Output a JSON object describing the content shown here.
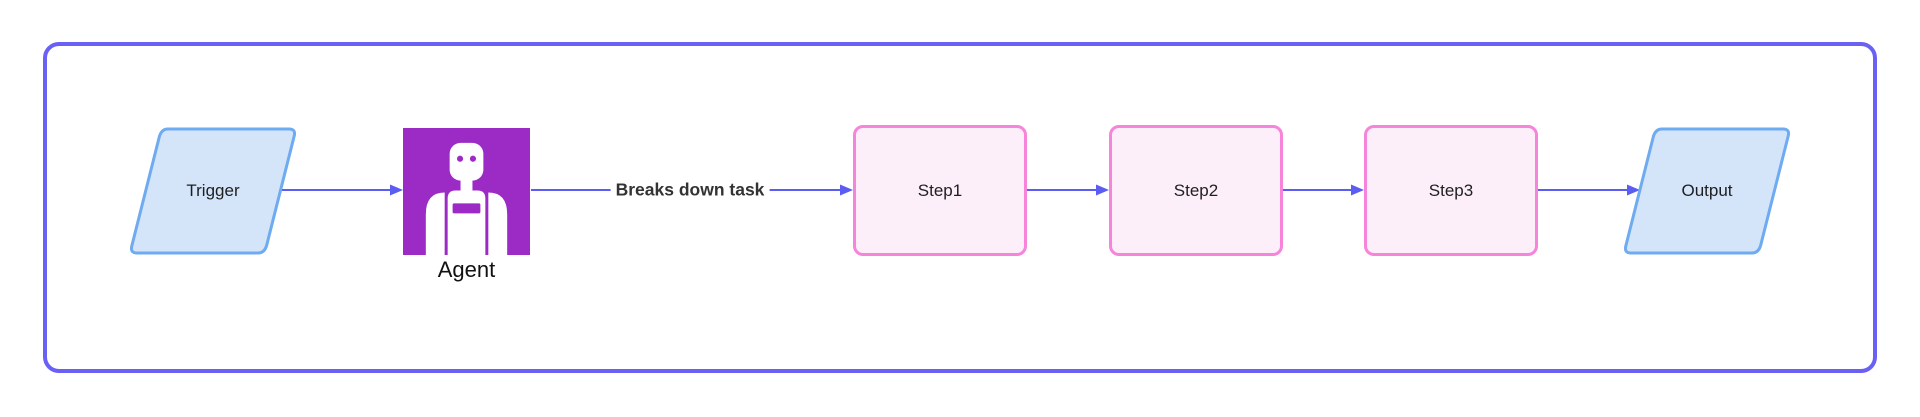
{
  "diagram": {
    "type": "flowchart",
    "frame": {
      "border_color": "#6a61f4",
      "background": "#ffffff"
    },
    "colors": {
      "connector": "#5a5cf2",
      "io_fill": "#d4e5fa",
      "io_border": "#6fabf0",
      "process_fill": "#fdeffa",
      "process_border": "#f584da",
      "agent_fill": "#9c2bc5",
      "text": "#1f1f1f"
    },
    "nodes": [
      {
        "id": "trigger",
        "label": "Trigger",
        "shape": "parallelogram"
      },
      {
        "id": "agent",
        "label": "Agent",
        "shape": "icon-square",
        "icon": "robot-icon"
      },
      {
        "id": "step1",
        "label": "Step1",
        "shape": "rounded-rectangle"
      },
      {
        "id": "step2",
        "label": "Step2",
        "shape": "rounded-rectangle"
      },
      {
        "id": "step3",
        "label": "Step3",
        "shape": "rounded-rectangle"
      },
      {
        "id": "output",
        "label": "Output",
        "shape": "parallelogram"
      }
    ],
    "edges": [
      {
        "from": "trigger",
        "to": "agent",
        "label": ""
      },
      {
        "from": "agent",
        "to": "step1",
        "label": "Breaks down task"
      },
      {
        "from": "step1",
        "to": "step2",
        "label": ""
      },
      {
        "from": "step2",
        "to": "step3",
        "label": ""
      },
      {
        "from": "step3",
        "to": "output",
        "label": ""
      }
    ]
  }
}
